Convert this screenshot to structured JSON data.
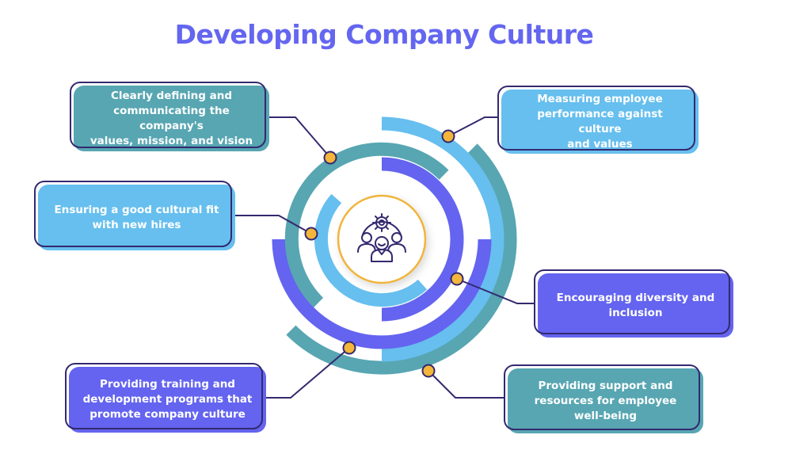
{
  "title": "Developing Company Culture",
  "colors": {
    "teal": "#57a6b2",
    "light_blue": "#66bfee",
    "purple": "#6464f0",
    "dot": "#f4b63a",
    "line": "#33296f",
    "title": "#6466f0",
    "center_ring": "#f0b43c"
  },
  "center_icon": "team-gear-icon",
  "items": [
    {
      "id": "values-mission-vision",
      "label": "Clearly defining and\ncommunicating the company's\nvalues, mission, and vision",
      "color": "teal"
    },
    {
      "id": "cultural-fit",
      "label": "Ensuring a good cultural fit\nwith new hires",
      "color": "light_blue"
    },
    {
      "id": "performance",
      "label": "Measuring employee\nperformance against culture\nand values",
      "color": "light_blue"
    },
    {
      "id": "diversity",
      "label": "Encouraging diversity and\ninclusion",
      "color": "purple"
    },
    {
      "id": "well-being",
      "label": "Providing support and\nresources for employee\nwell-being",
      "color": "teal"
    },
    {
      "id": "training",
      "label": "Providing training and\ndevelopment programs that\npromote company culture",
      "color": "purple"
    }
  ]
}
